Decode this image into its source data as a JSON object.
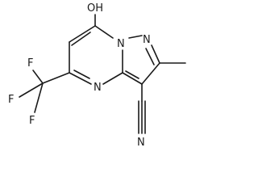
{
  "molecule": {
    "atom_labels": {
      "hydroxyl": "OH",
      "nitrogen_bridge": "N",
      "nitrogen_pyrazole": "N",
      "nitrogen_pyrimidine": "N",
      "nitrile_nitrogen": "N",
      "fluorine_top": "F",
      "fluorine_left": "F",
      "fluorine_bottom": "F"
    },
    "colors": {
      "ink": "#1a1a1a",
      "background": "#ffffff"
    }
  }
}
